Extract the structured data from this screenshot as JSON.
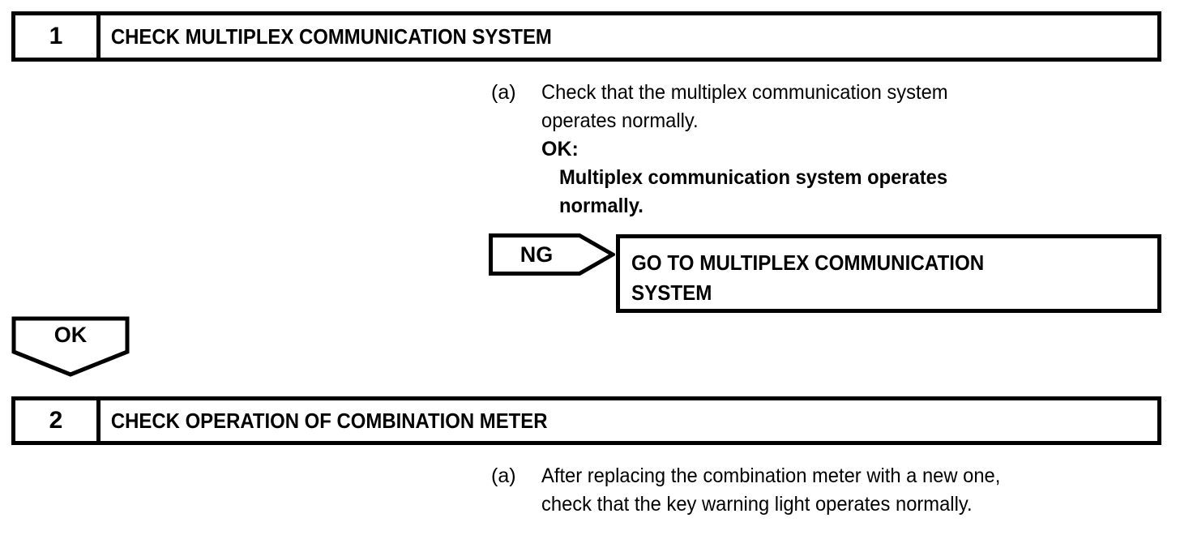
{
  "document": {
    "type": "troubleshooting-flowchart",
    "ink_color": "#000000",
    "page_background": "#ffffff"
  },
  "steps": [
    {
      "number": "1",
      "title": "CHECK MULTIPLEX COMMUNICATION SYSTEM",
      "procedure": {
        "marker": "(a)",
        "lines": [
          "Check that the multiplex communication system",
          "operates normally."
        ],
        "ok_label": "OK:",
        "ok_lines": [
          "Multiplex communication system operates",
          "normally."
        ]
      },
      "branch": {
        "connector_label": "NG",
        "result_lines": [
          "GO TO MULTIPLEX COMMUNICATION",
          "SYSTEM"
        ]
      },
      "pass_connector_label": "OK"
    },
    {
      "number": "2",
      "title": "CHECK OPERATION OF COMBINATION METER",
      "procedure": {
        "marker": "(a)",
        "lines": [
          "After replacing the combination meter with a new one,",
          "check that the key warning light operates normally."
        ]
      }
    }
  ]
}
